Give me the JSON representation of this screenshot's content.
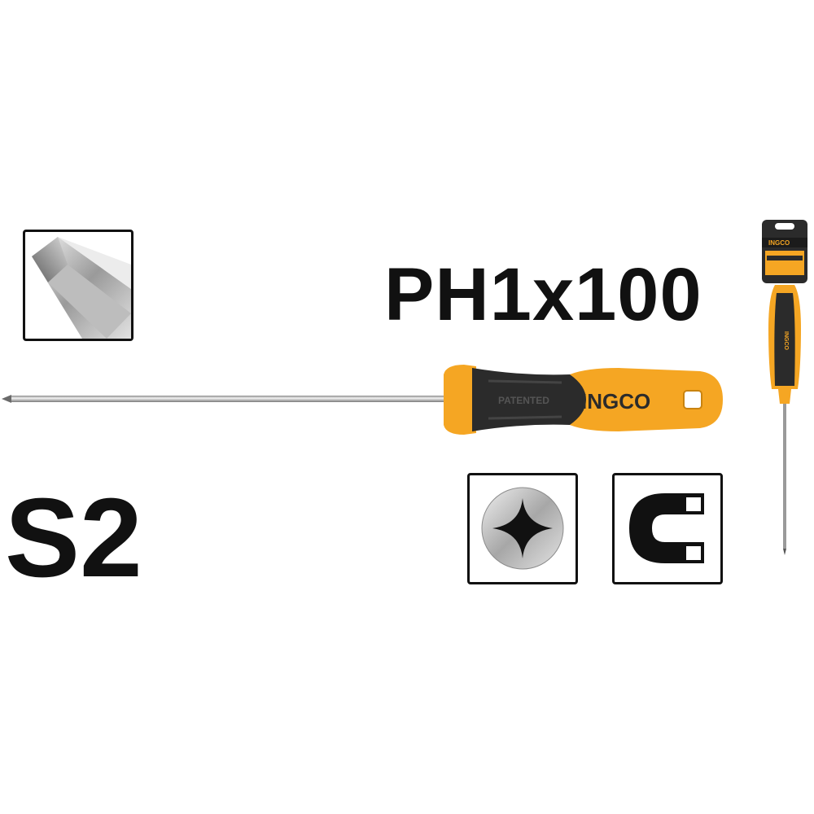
{
  "product": {
    "model": "PH1x100",
    "material": "S2",
    "brand": "INGCO",
    "handle_imprint": "PATENTED"
  },
  "icons": {
    "tip_closeup": "phillips-tip-icon",
    "screw_head": "phillips-screw-head-icon",
    "magnet": "magnetic-tip-icon"
  },
  "colors": {
    "handle_orange": "#f5a623",
    "handle_black": "#2b2b2b",
    "text": "#111111"
  }
}
